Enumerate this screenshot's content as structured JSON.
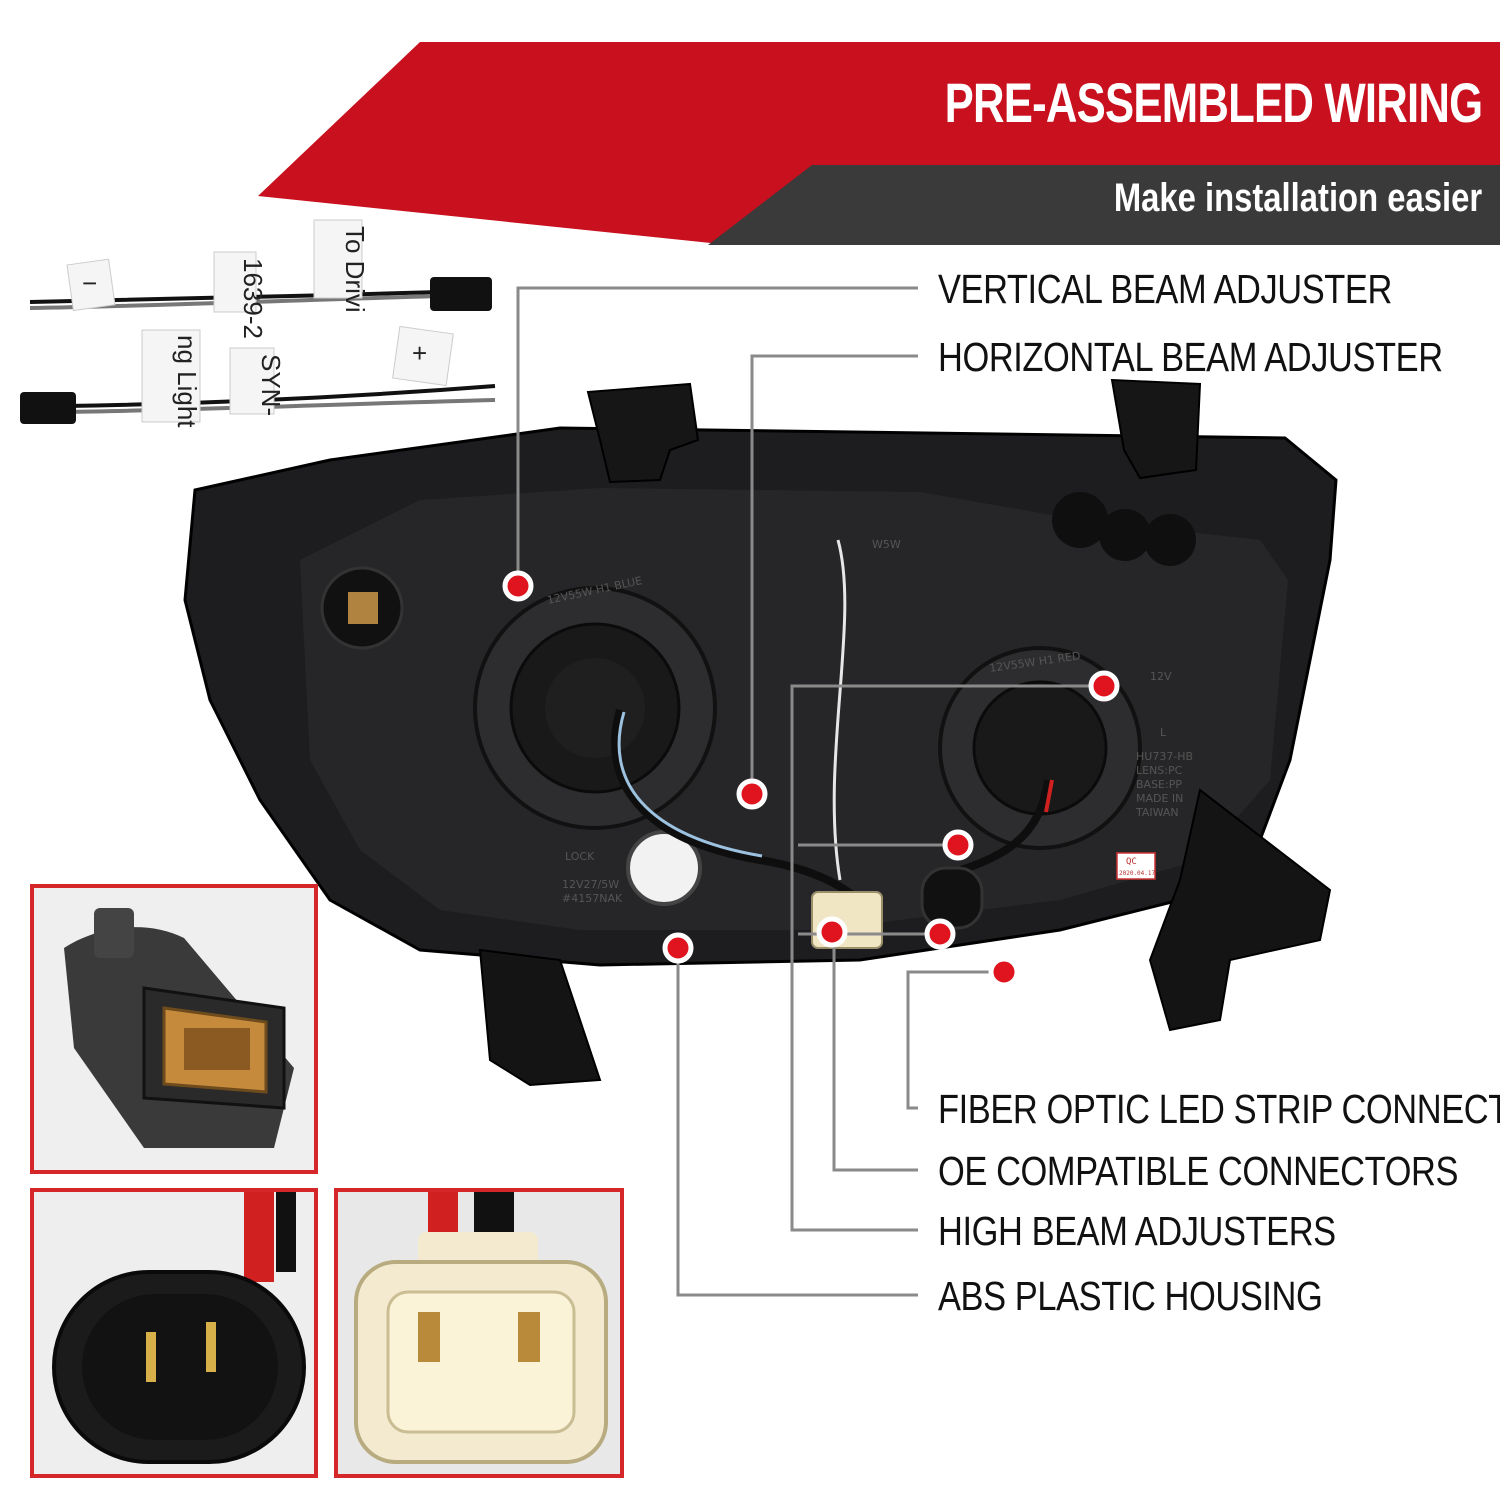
{
  "header": {
    "title": "PRE-ASSEMBLED WIRING",
    "subtitle": "Make installation easier"
  },
  "callouts": [
    {
      "id": "vertical",
      "label": "VERTICAL BEAM ADJUSTER"
    },
    {
      "id": "horizontal",
      "label": "HORIZONTAL BEAM ADJUSTER"
    },
    {
      "id": "fiber",
      "label": "FIBER OPTIC LED STRIP CONNECTOR"
    },
    {
      "id": "oe",
      "label": "OE COMPATIBLE CONNECTORS"
    },
    {
      "id": "highbeam",
      "label": "HIGH BEAM ADJUSTERS"
    },
    {
      "id": "abs",
      "label": "ABS PLASTIC HOUSING"
    }
  ],
  "harness": {
    "tag_minus": "−",
    "tag_part": "1639-2",
    "tag_to_drive": "To Drivi",
    "tag_light": "ng Light",
    "tag_syn": "SYN-",
    "tag_plus": "+"
  },
  "housing_markings": {
    "bulb_high": "12V55W H1 BLUE",
    "bulb_low": "12V55W H1 RED",
    "bulb_w5w": "W5W",
    "bulb_turn_volt": "12V27/5W",
    "bulb_turn_code": "#4157NAK",
    "lock": "LOCK",
    "spec_12v": "12V",
    "spec_side": "L",
    "spec_model": "HU737-HB",
    "spec_lens": "LENS:PC",
    "spec_base": "BASE:PP",
    "spec_made": "MADE IN",
    "spec_country": "TAIWAN",
    "qc": "QC",
    "qc_date": "2020.04.17"
  },
  "colors": {
    "banner_red": "#c8101e",
    "banner_dark": "#3a3a3a",
    "callout_line": "#8a8a8a",
    "dot_red": "#e0141e",
    "inset_border": "#d5262a"
  }
}
